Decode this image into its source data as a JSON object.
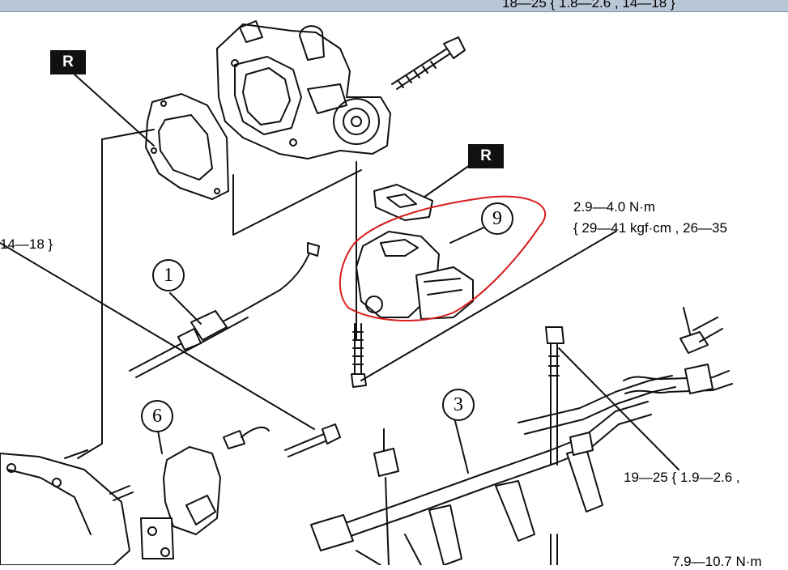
{
  "callouts": {
    "c1": "1",
    "c3": "3",
    "c6": "6",
    "c9": "9"
  },
  "badges": {
    "r_top": "R",
    "r_mid": "R"
  },
  "labels": {
    "top_torque_partial": "18—25 { 1.8—2.6 , 14—18 }",
    "torque_nm": "2.9—4.0 N·m",
    "torque_kgf": "{ 29—41 kgf·cm , 26—35",
    "left_partial": "14—18 }",
    "right_torque": "19—25 { 1.9—2.6 ,",
    "bottom_partial": "7.9—10.7 N·m"
  },
  "colors": {
    "highlight": "#d81e1e",
    "ink": "#111111",
    "window_bar": "#b9c6d6"
  },
  "icons": [
    "bolt-icon",
    "throttle-body",
    "gasket",
    "idle-air-control-valve",
    "fuel-rail",
    "injector",
    "connector"
  ]
}
